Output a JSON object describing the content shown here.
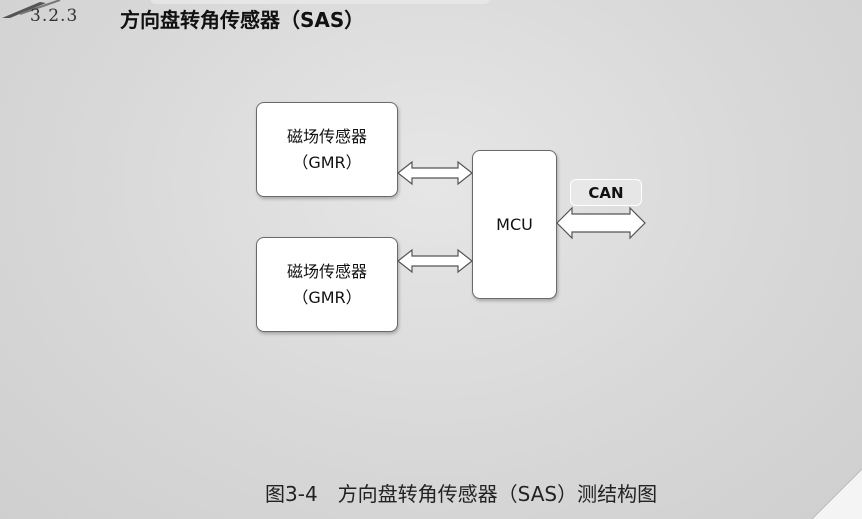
{
  "header": {
    "section_number": "3.2.3",
    "section_title": "方向盘转角传感器（SAS）"
  },
  "diagram": {
    "sensor_top": {
      "name": "磁场传感器",
      "sub": "（GMR）"
    },
    "sensor_bottom": {
      "name": "磁场传感器",
      "sub": "（GMR）"
    },
    "mcu": {
      "label": "MCU"
    },
    "can": {
      "label": "CAN"
    }
  },
  "caption": "图3-4　方向盘转角传感器（SAS）测结构图",
  "colors": {
    "box_fill": "#ffffff",
    "box_border": "#6a6a6a",
    "arrow_border": "#555555",
    "background": "#d9d9d9"
  }
}
